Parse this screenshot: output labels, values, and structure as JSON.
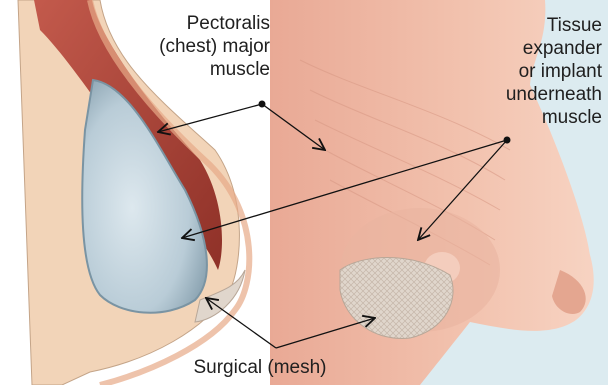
{
  "labels": {
    "pectoralis": [
      "Pectoralis",
      "(chest) major",
      "muscle"
    ],
    "expander": [
      "Tissue",
      "expander",
      "or implant",
      "underneath",
      "muscle"
    ],
    "mesh": [
      "Surgical (mesh)"
    ]
  },
  "colors": {
    "background": "#dcebf0",
    "panel": "#ffffff",
    "muscle": "#b04a3f",
    "fat": "#f2d4b8",
    "skin": "#f0b8a2",
    "implant": "#b8cbd6",
    "rib": "#ece3cf",
    "mesh": "#d8cfc6",
    "arrow": "#111111"
  }
}
